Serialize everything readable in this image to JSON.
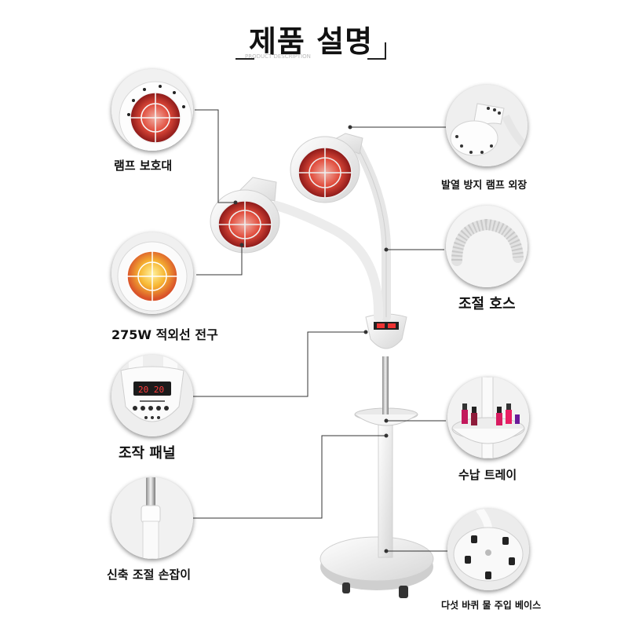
{
  "title": "제품 설명",
  "subtitle": "PRODUCT DESCRIPTION",
  "features": {
    "lamp_guard": "램프 보호대",
    "bulb": "275W 적외선 전구",
    "control_panel": "조작 패널",
    "telescopic_handle": "신축 조절 손잡이",
    "heat_shell": "발열 방지 램프 외장",
    "adjust_hose": "조절 호스",
    "storage_tray": "수납 트레이",
    "wheel_base": "다섯 바퀴 물 주입 베이스"
  },
  "colors": {
    "lamp_red": "#d92b2b",
    "bulb_yellow": "#f7b733",
    "body_white": "#f4f4f4",
    "callout_line": "#333333"
  },
  "icons": [
    "lamp-guard-closeup",
    "bulb-closeup",
    "panel-closeup",
    "handle-closeup",
    "shell-closeup",
    "hose-closeup",
    "tray-closeup",
    "base-closeup"
  ]
}
